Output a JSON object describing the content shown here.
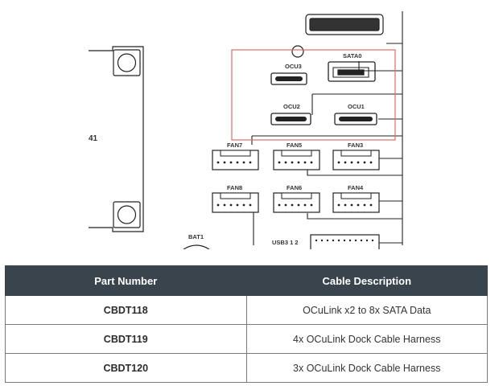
{
  "diagram": {
    "side_label": "41",
    "labels": {
      "ocu3": "OCU3",
      "sata0": "SATA0",
      "ocu2": "OCU2",
      "ocu1": "OCU1",
      "fan7": "FAN7",
      "fan5": "FAN5",
      "fan3": "FAN3",
      "fan8": "FAN8",
      "fan6": "FAN6",
      "fan4": "FAN4",
      "bat1": "BAT1",
      "usb3": "USB3  1  2"
    },
    "colors": {
      "highlight": "#e06a6a",
      "line": "#222222"
    }
  },
  "table": {
    "headers": [
      "Part Number",
      "Cable Description"
    ],
    "rows": [
      [
        "CBDT118",
        "OCuLink x2 to 8x SATA Data"
      ],
      [
        "CBDT119",
        "4x OCuLink Dock Cable Harness"
      ],
      [
        "CBDT120",
        "3x OCuLink Dock Cable Harness"
      ]
    ],
    "colors": {
      "header_bg": "#39444c",
      "header_text": "#ffffff"
    }
  }
}
